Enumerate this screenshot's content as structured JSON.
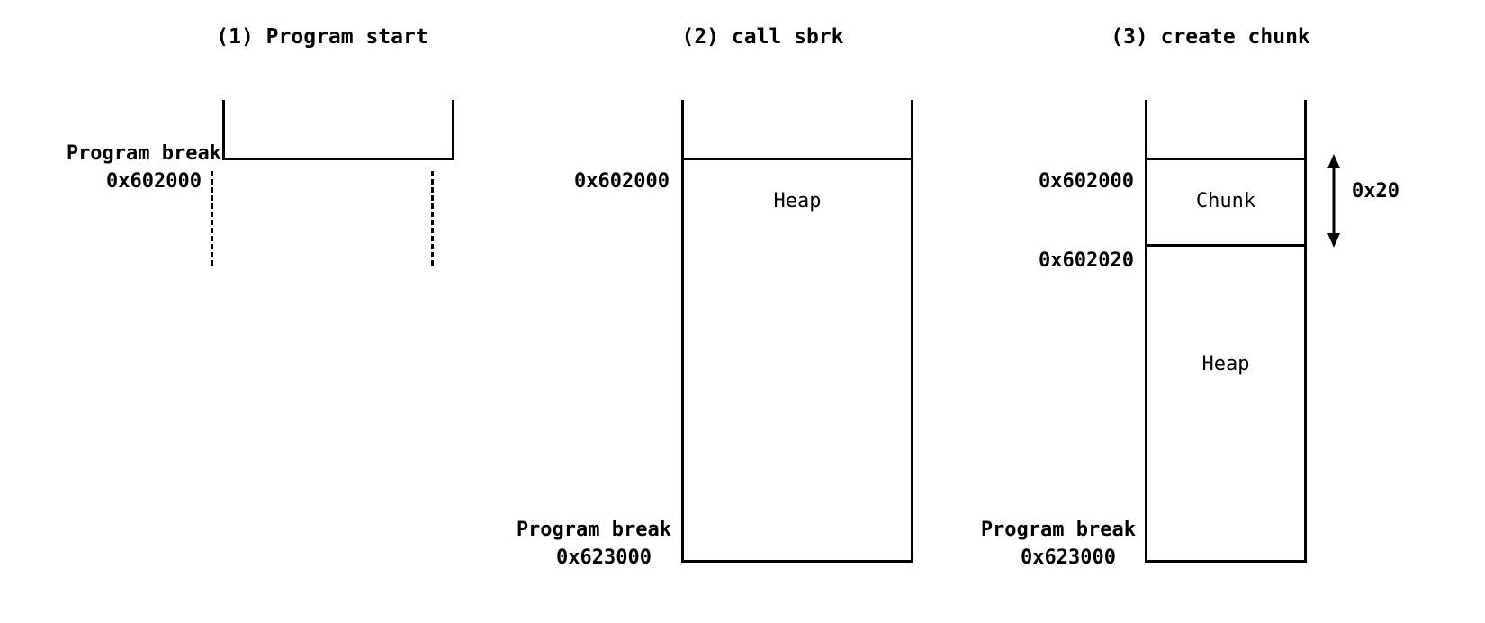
{
  "diagram": {
    "title_panel1": "(1) Program start",
    "title_panel2": "(2) call sbrk",
    "title_panel3": "(3) create chunk",
    "panel1": {
      "break_label_line1": "Program break",
      "break_label_line2": "0x602000"
    },
    "panel2": {
      "top_addr": "0x602000",
      "heap_label": "Heap",
      "break_label_line1": "Program break",
      "break_label_line2": "0x623000"
    },
    "panel3": {
      "top_addr": "0x602000",
      "chunk_label": "Chunk",
      "chunk_end_addr": "0x602020",
      "heap_label": "Heap",
      "break_label_line1": "Program break",
      "break_label_line2": "0x623000",
      "chunk_size_label": "0x20"
    }
  },
  "colors": {
    "stroke": "#000000",
    "background": "#ffffff"
  }
}
